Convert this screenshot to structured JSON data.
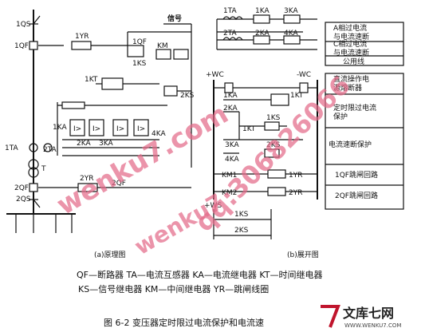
{
  "left_diagram": {
    "labels": {
      "qs1": "1QS",
      "qf1": "1QF",
      "yr1": "1YR",
      "qf1_b": "1QF",
      "ks1": "1KS",
      "signal": "信号",
      "km": "KM",
      "kt1": "1KT",
      "ks2": "2KS",
      "ka1": "1KA",
      "ka2": "2KA",
      "ka3": "3KA",
      "ka4": "4KA",
      "ta1": "1TA",
      "ta2": "2TA",
      "t": "T",
      "yr2": "2YR",
      "qf2": "2QF",
      "qf2_b": "2QF",
      "qs2": "2QS"
    },
    "caption": "(a)原理图"
  },
  "right_diagram": {
    "labels": {
      "ta1": "1TA",
      "ka1": "1KA",
      "ka3": "3KA",
      "ta2": "2TA",
      "ka2": "2KA",
      "ka4": "4KA",
      "wc_pos": "+WC",
      "wc_neg": "-WC",
      "r_ka1": "1KA",
      "r_ka2": "2KA",
      "r_kt1": "1KT",
      "r_ks1": "1KS",
      "r_kt1b": "1KT",
      "r_ka3": "3KA",
      "r_ks2": "2KS",
      "r_ka4": "4KA",
      "r_km1": "KM1",
      "r_yr1": "1YR",
      "r_km2": "KM2",
      "r_yr2": "2YR",
      "ws": "+WS",
      "ws_ks1": "1KS",
      "ws_ks2": "2KS"
    },
    "caption": "(b)展开图"
  },
  "legend_panel": {
    "items": [
      "A相过电流\n与电流速断",
      "C相过电流\n与电流速断",
      "公用线",
      "直流操作电\n源熔断器",
      "定时限过电流\n保护",
      "电流速断保护",
      "1QF跳闸回路",
      "2QF跳闸回路"
    ]
  },
  "watermarks": {
    "site": "wenku7.com",
    "qq": "qq:306826066",
    "site2": "wenku7",
    "corner_brand": "文库七网",
    "corner_url": "WWW.WENKU7.COM"
  },
  "notes": {
    "line1": "QF—断路器 TA—电流互感器  KA—电流继电器 KT—时间继电器",
    "line2": "KS—信号继电器  KM—中间继电器  YR—跳闸线圈"
  },
  "figure_caption": "图 6-2   变压器定时限过电流保护和电流速"
}
